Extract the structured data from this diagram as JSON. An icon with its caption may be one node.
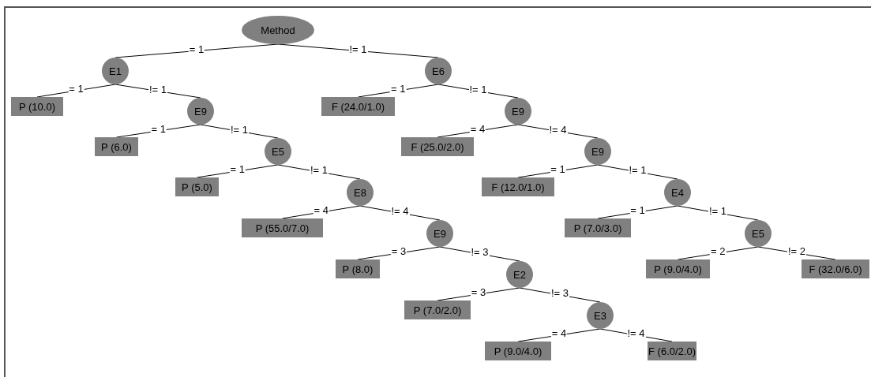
{
  "diagram": {
    "nodes": [
      {
        "text": [
          "Method"
        ]
      },
      {
        "text": [
          "E1"
        ]
      },
      {
        "text": [
          "P (10.0)"
        ]
      },
      {
        "text": [
          "E9"
        ]
      },
      {
        "text": [
          "P (6.0)"
        ]
      },
      {
        "text": [
          "E5"
        ]
      },
      {
        "text": [
          "P (5.0)"
        ]
      },
      {
        "text": [
          "E8"
        ]
      },
      {
        "text": [
          "P (55.0/7.0)"
        ]
      },
      {
        "text": [
          "E9"
        ]
      },
      {
        "text": [
          "P (8.0)"
        ]
      },
      {
        "text": [
          "E2"
        ]
      },
      {
        "text": [
          "P (7.0/2.0)"
        ]
      },
      {
        "text": [
          "E3"
        ]
      },
      {
        "text": [
          "P (9.0/4.0)"
        ]
      },
      {
        "text": [
          "F (6.0/2.0)"
        ]
      },
      {
        "text": [
          "E6"
        ]
      },
      {
        "text": [
          "F (24.0/1.0)"
        ]
      },
      {
        "text": [
          "E9"
        ]
      },
      {
        "text": [
          "F (25.0/2.0)"
        ]
      },
      {
        "text": [
          "E9"
        ]
      },
      {
        "text": [
          "F (12.0/1.0)"
        ]
      },
      {
        "text": [
          "E4"
        ]
      },
      {
        "text": [
          "P (7.0/3.0)"
        ]
      },
      {
        "text": [
          "E5"
        ]
      },
      {
        "text": [
          "P (9.0/4.0)"
        ]
      },
      {
        "text": [
          "F (32.0/6.0)"
        ]
      }
    ],
    "edges": [
      {
        "from": 0,
        "to": 1,
        "arrow": "none",
        "label": "= 1"
      },
      {
        "from": 1,
        "to": 2,
        "arrow": "none",
        "label": "= 1"
      },
      {
        "from": 1,
        "to": 3,
        "arrow": "none",
        "label": "!= 1"
      },
      {
        "from": 3,
        "to": 4,
        "arrow": "none",
        "label": "= 1"
      },
      {
        "from": 3,
        "to": 5,
        "arrow": "none",
        "label": "!= 1"
      },
      {
        "from": 5,
        "to": 6,
        "arrow": "none",
        "label": "= 1"
      },
      {
        "from": 5,
        "to": 7,
        "arrow": "none",
        "label": "!= 1"
      },
      {
        "from": 7,
        "to": 8,
        "arrow": "none",
        "label": "= 4"
      },
      {
        "from": 7,
        "to": 9,
        "arrow": "none",
        "label": "!= 4"
      },
      {
        "from": 9,
        "to": 10,
        "arrow": "none",
        "label": "= 3"
      },
      {
        "from": 9,
        "to": 11,
        "arrow": "none",
        "label": "!= 3"
      },
      {
        "from": 11,
        "to": 12,
        "arrow": "none",
        "label": "= 3"
      },
      {
        "from": 11,
        "to": 13,
        "arrow": "none",
        "label": "!= 3"
      },
      {
        "from": 13,
        "to": 14,
        "arrow": "none",
        "label": "= 4"
      },
      {
        "from": 13,
        "to": 15,
        "arrow": "none",
        "label": "!= 4"
      },
      {
        "from": 0,
        "to": 16,
        "arrow": "none",
        "label": "!= 1"
      },
      {
        "from": 16,
        "to": 17,
        "arrow": "none",
        "label": "= 1"
      },
      {
        "from": 16,
        "to": 18,
        "arrow": "none",
        "label": "!= 1"
      },
      {
        "from": 18,
        "to": 19,
        "arrow": "none",
        "label": "= 4"
      },
      {
        "from": 18,
        "to": 20,
        "arrow": "none",
        "label": "!= 4"
      },
      {
        "from": 20,
        "to": 21,
        "arrow": "none",
        "label": "= 1"
      },
      {
        "from": 20,
        "to": 22,
        "arrow": "none",
        "label": "!= 1"
      },
      {
        "from": 22,
        "to": 23,
        "arrow": "none",
        "label": "= 1"
      },
      {
        "from": 22,
        "to": 24,
        "arrow": "none",
        "label": "!= 1"
      },
      {
        "from": 24,
        "to": 25,
        "arrow": "none",
        "label": "= 2"
      },
      {
        "from": 24,
        "to": 26,
        "arrow": "none",
        "label": "!= 2"
      }
    ]
  }
}
